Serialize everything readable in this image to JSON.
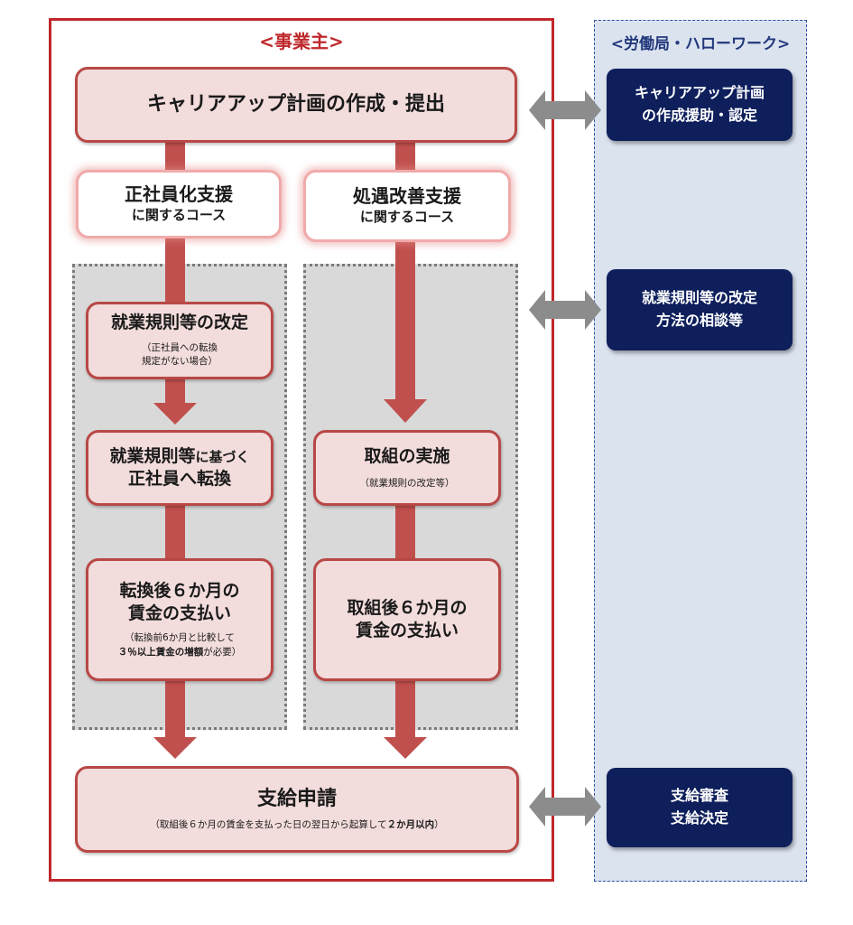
{
  "employer": {
    "title": "<事業主>"
  },
  "bureau": {
    "title": "<労働局・ハローワーク>"
  },
  "steps": {
    "plan": "キャリアアップ計画の作成・提出",
    "course_regular": {
      "line1": "正社員化支援",
      "line2": "に関するコース"
    },
    "course_treatment": {
      "line1": "処遇改善支援",
      "line2": "に関するコース"
    },
    "rules_revision": {
      "title": "就業規則等の改定",
      "note_line1": "（正社員への転換",
      "note_line2": "規定がない場合）"
    },
    "conversion": {
      "title_a": "就業規則等",
      "title_b": "に基づく",
      "title_line2": "正社員へ転換"
    },
    "wage_after_conversion": {
      "line1": "転換後６か月の",
      "line2": "賃金の支払い",
      "note_line1": "（転換前6か月と比較して",
      "note_line2_bold": "３％以上賃金の増額",
      "note_line2_rest": "が必要）"
    },
    "implementation": {
      "title": "取組の実施",
      "note": "（就業規則の改定等）"
    },
    "wage_after_initiative": {
      "line1": "取組後６か月の",
      "line2": "賃金の支払い"
    },
    "application": {
      "title": "支給申請",
      "note_main": "（取組後６か月の賃金を支払った日の翌日から起算して",
      "note_bold": "２か月以内",
      "note_end": "）"
    }
  },
  "bureau_boxes": {
    "plan_support": {
      "line1": "キャリアアップ計画",
      "line2": "の作成援助・認定"
    },
    "consultation": {
      "line1": "就業規則等の改定",
      "line2": "方法の相談等"
    },
    "decision": {
      "line1": "支給審査",
      "line2": "支給決定"
    }
  },
  "colors": {
    "employer_border": "#c0282b",
    "arrow_red": "#c0504d",
    "arrow_gray": "#8c8c8c",
    "navy": "#0e1f5c",
    "bureau_bg": "#dbe3ef"
  }
}
